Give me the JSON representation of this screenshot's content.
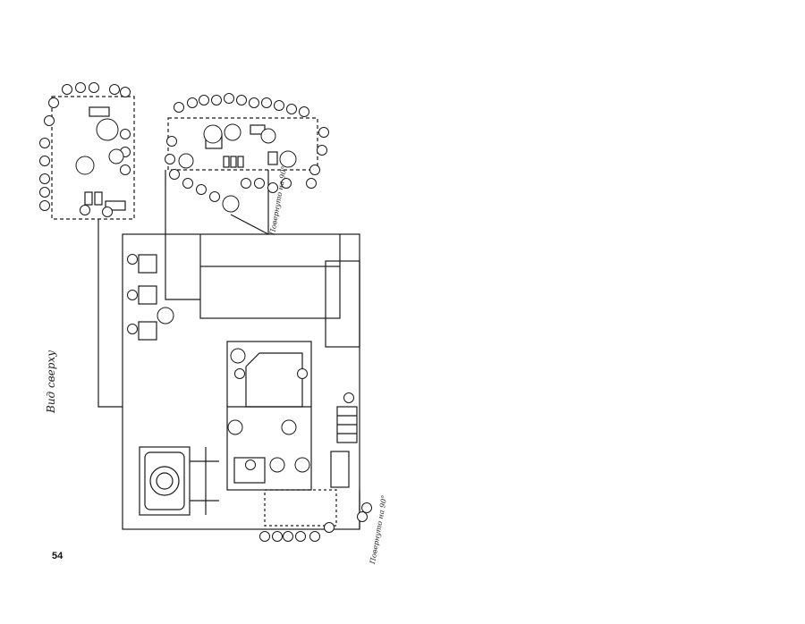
{
  "page": {
    "number": "54",
    "view_label": "Вид сверху",
    "rotation_note_top": "Повернуто на 90°",
    "rotation_note_bottom": "Повернуто на 90°"
  },
  "colors": {
    "ink": "#1a1a1a",
    "paper": "#ffffff"
  }
}
